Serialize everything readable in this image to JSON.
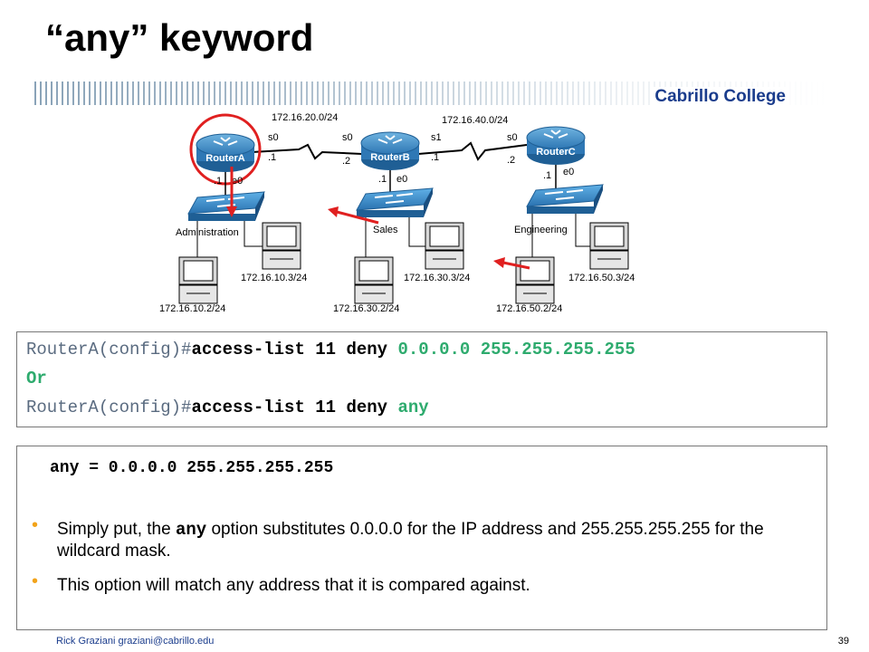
{
  "slide": {
    "title": "“any” keyword",
    "brand": "Cabrillo College",
    "footer": "Rick Graziani  graziani@cabrillo.edu",
    "page_number": "39"
  },
  "network": {
    "routers": [
      "RouterA",
      "RouterB",
      "RouterC"
    ],
    "links": [
      {
        "network": "172.16.20.0/24",
        "left_if": "s0",
        "left_ip": ".1",
        "right_if": "s0",
        "right_ip": ".2"
      },
      {
        "network": "172.16.40.0/24",
        "left_if": "s1",
        "left_ip": ".1",
        "right_if": "s0",
        "right_ip": ".2"
      }
    ],
    "lan_labels": [
      {
        "if": "e0",
        "ip": ".1"
      },
      {
        "if": "e0",
        "ip": ".1"
      },
      {
        "if": "e0",
        "ip": ".1"
      }
    ],
    "segments": [
      "Administration",
      "Sales",
      "Engineering"
    ],
    "hosts": [
      "172.16.10.2/24",
      "172.16.10.3/24",
      "172.16.30.2/24",
      "172.16.30.3/24",
      "172.16.50.2/24",
      "172.16.50.3/24"
    ]
  },
  "commands": {
    "line1": {
      "prompt": "RouterA(config)#",
      "cmd": "access-list 11 deny ",
      "arg": "0.0.0.0 255.255.255.255"
    },
    "or_label": "Or",
    "line2": {
      "prompt": "RouterA(config)#",
      "cmd": "access-list 11 deny ",
      "arg": "any"
    }
  },
  "info": {
    "any_definition": "any = 0.0.0.0 255.255.255.255",
    "bullet1_pre": "Simply put, the ",
    "bullet1_code": "any",
    "bullet1_post": " option substitutes 0.0.0.0 for the IP address and 255.255.255.255 for the wildcard mask.",
    "bullet2": "This option will match any address that it is compared against."
  },
  "colors": {
    "accent_green": "#2eab6e",
    "prompt_gray": "#5a6b80",
    "brand_blue": "#1a3c8c",
    "bullet_orange": "#f2a31a",
    "arrow_red": "#e02020"
  }
}
